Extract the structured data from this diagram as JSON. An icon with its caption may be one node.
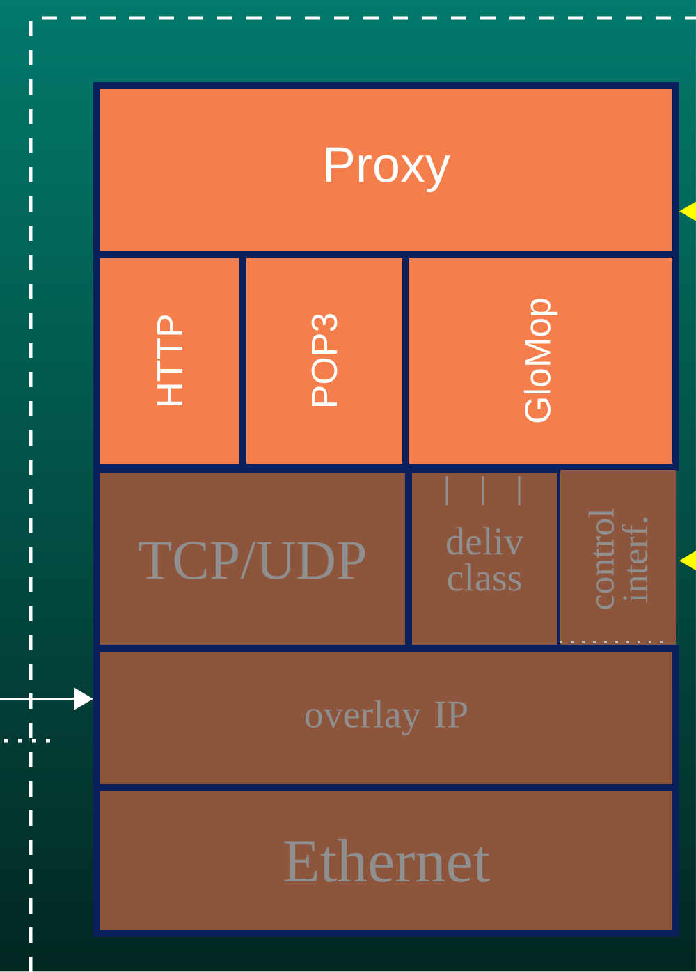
{
  "diagram": {
    "nodes": [
      {
        "text": [
          "Proxy"
        ]
      },
      {
        "text": [
          "HTTP"
        ]
      },
      {
        "text": [
          "POP3"
        ]
      },
      {
        "text": [
          "GloMop"
        ]
      },
      {
        "text": [
          "TCP/UDP"
        ]
      },
      {
        "text": [
          "deliv class"
        ]
      },
      {
        "text": [
          "control interf."
        ]
      },
      {
        "text": [
          "overlay IP"
        ]
      },
      {
        "text": [
          "Ethernet"
        ]
      }
    ],
    "edges": [
      {
        "from": null,
        "to": 0,
        "arrow": "to",
        "color": "#ffff00"
      },
      {
        "from": null,
        "to": 6,
        "arrow": "to",
        "color": "#ffff00"
      },
      {
        "from": null,
        "to": 7,
        "arrow": "to",
        "color": "#ffffff"
      }
    ]
  }
}
